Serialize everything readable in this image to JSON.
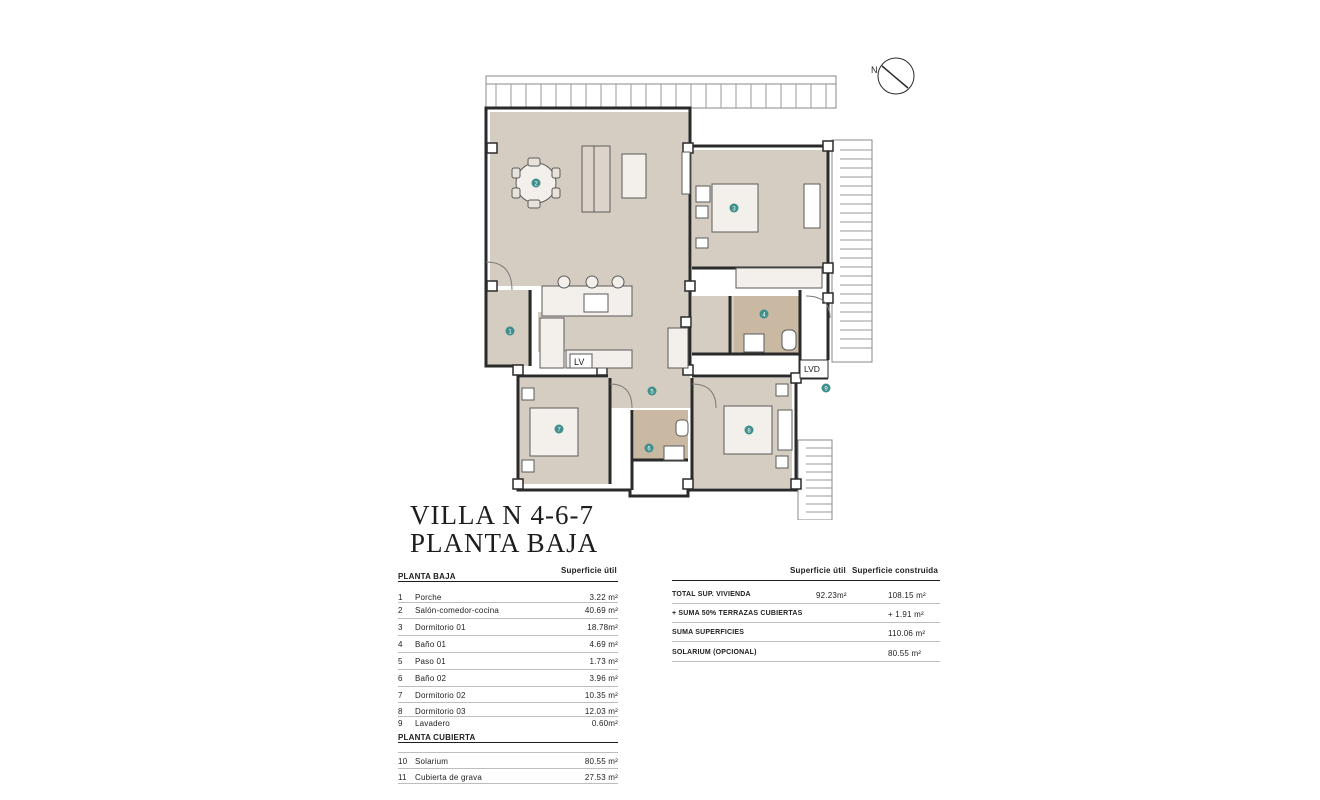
{
  "plan": {
    "compass_label": "N",
    "rooms": [
      {
        "n": "1"
      },
      {
        "n": "2"
      },
      {
        "n": "3"
      },
      {
        "n": "4"
      },
      {
        "n": "5"
      },
      {
        "n": "6"
      },
      {
        "n": "7"
      },
      {
        "n": "8"
      },
      {
        "n": "9"
      }
    ],
    "labels": {
      "lv": "LV",
      "lvd": "LVD"
    },
    "colors": {
      "floor": "#d6cdc2",
      "wet": "#c9b8a2",
      "wall": "#2a2a2a",
      "marker": "#3f8f8c"
    }
  },
  "title": {
    "line1": "VILLA N 4-6-7",
    "line2": "PLANTA BAJA"
  },
  "left_table": {
    "section1": "PLANTA BAJA",
    "col_header": "Superficie útil",
    "rows1": [
      {
        "n": "1",
        "name": "Porche",
        "area": "3.22 m²"
      },
      {
        "n": "2",
        "name": "Salón-comedor-cocina",
        "area": "40.69 m²"
      },
      {
        "n": "3",
        "name": "Dormitorio 01",
        "area": "18.78m²"
      },
      {
        "n": "4",
        "name": "Baño 01",
        "area": "4.69 m²"
      },
      {
        "n": "5",
        "name": "Paso 01",
        "area": "1.73 m²"
      },
      {
        "n": "6",
        "name": "Baño 02",
        "area": "3.96 m²"
      },
      {
        "n": "7",
        "name": "Dormitorio 02",
        "area": "10.35 m²"
      },
      {
        "n": "8",
        "name": "Dormitorio 03",
        "area": "12.03 m²"
      },
      {
        "n": "9",
        "name": "Lavadero",
        "area": "0.60m²"
      }
    ],
    "section2": "PLANTA CUBIERTA",
    "rows2": [
      {
        "n": "10",
        "name": "Solarium",
        "area": "80.55 m²"
      },
      {
        "n": "11",
        "name": "Cubierta de grava",
        "area": "27.53 m²"
      }
    ]
  },
  "right_table": {
    "col_util": "Superficie útil",
    "col_construida": "Superficie construida",
    "rows": [
      {
        "label": "TOTAL SUP. VIVIENDA",
        "util": "92.23m²",
        "construida": "108.15 m²"
      },
      {
        "label": "+ SUMA 50% TERRAZAS CUBIERTAS",
        "util": "",
        "construida": "+ 1.91 m²"
      },
      {
        "label": "SUMA SUPERFICIES",
        "util": "",
        "construida": "110.06 m²"
      },
      {
        "label": "SOLARIUM (OPCIONAL)",
        "util": "",
        "construida": "80.55 m²"
      }
    ]
  }
}
